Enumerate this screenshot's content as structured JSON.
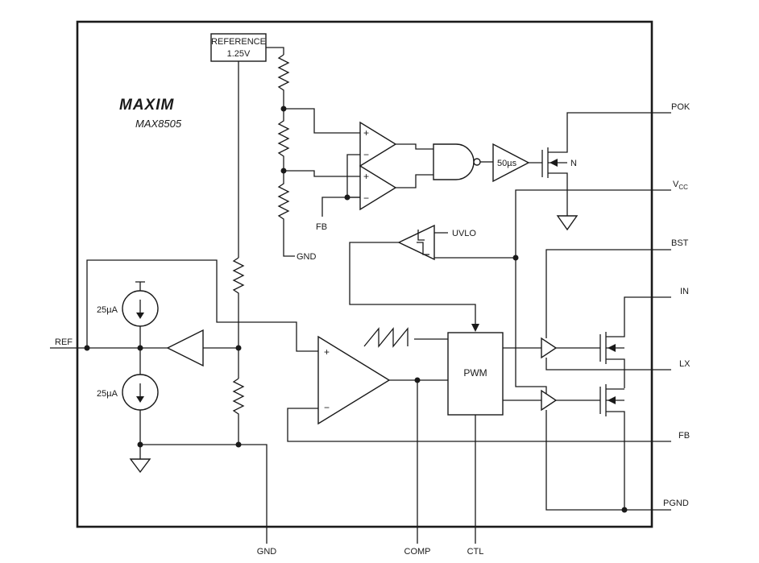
{
  "brand": {
    "logo": "MAXIM",
    "part_number": "MAX8505"
  },
  "reference": {
    "line1": "REFERENCE",
    "line2": "1.25V"
  },
  "blocks": {
    "pwm": "PWM",
    "delay": "50µs",
    "uvlo": "UVLO",
    "n_label": "N"
  },
  "current_sources": {
    "top": "25µA",
    "bottom": "25µA"
  },
  "comparator_signs": {
    "plus": "+",
    "minus": "−"
  },
  "pins_right": {
    "pok": "POK",
    "vcc_main": "V",
    "vcc_sub": "CC",
    "bst": "BST",
    "in": "IN",
    "lx": "LX",
    "fb": "FB",
    "pgnd": "PGND"
  },
  "pins_left": {
    "ref": "REF"
  },
  "pins_bottom": {
    "gnd": "GND",
    "comp": "COMP",
    "ctl": "CTL"
  },
  "internal_labels": {
    "fb": "FB",
    "gnd": "GND"
  }
}
